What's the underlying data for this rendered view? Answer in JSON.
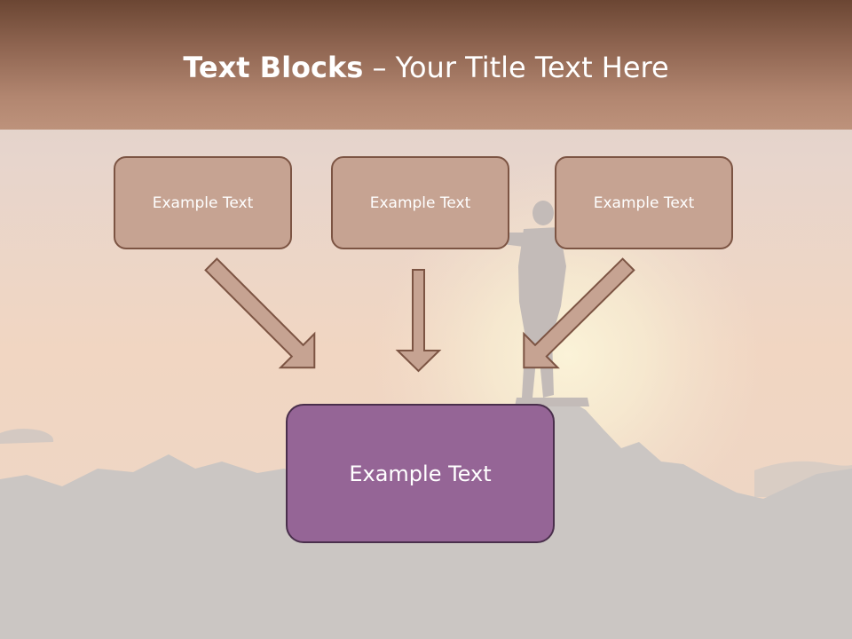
{
  "title": {
    "bold": "Text Blocks",
    "dash": " – ",
    "rest": "Your Title Text Here"
  },
  "boxes": {
    "left": "Example Text",
    "center": "Example Text",
    "right": "Example Text",
    "bottom": "Example Text"
  },
  "colors": {
    "header": "#8e6450",
    "small_box_fill": "#c6a392",
    "small_box_border": "#7c5443",
    "large_box_fill": "#956596",
    "large_box_border": "#4a2f4c",
    "arrow_fill": "#c6a392",
    "arrow_border": "#7c5443"
  }
}
